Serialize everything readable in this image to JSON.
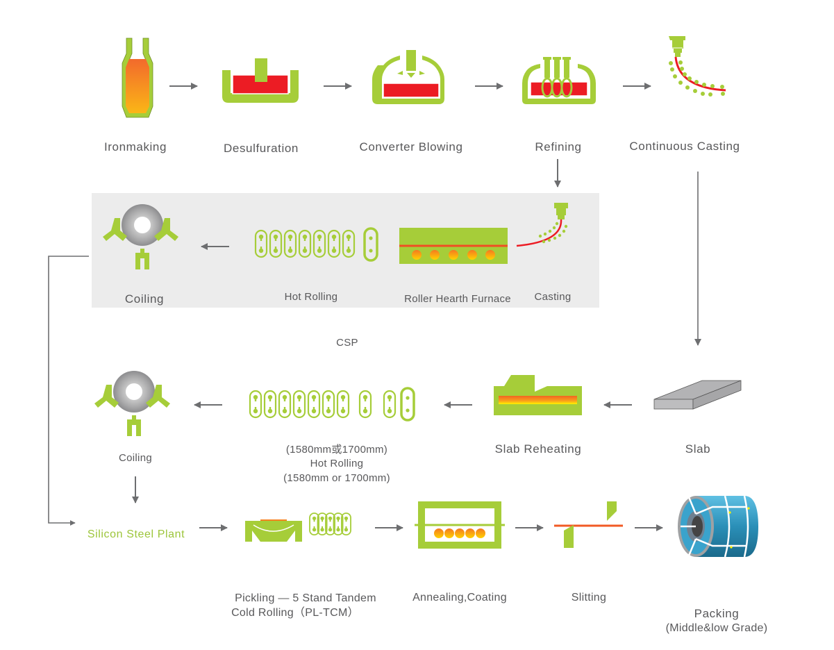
{
  "title": "Steel production process flow",
  "colors": {
    "green": "#a6cd39",
    "red": "#ec1c24",
    "orange": "#f58220",
    "yellow": "#ffd200",
    "arrow_gray": "#6d6e70",
    "text_gray": "#58585a",
    "csp_background": "#ececec",
    "coil_blue": "#2a8fb8"
  },
  "row1": {
    "steps": [
      {
        "label": "Ironmaking",
        "icon": "blast-furnace-icon"
      },
      {
        "label": "Desulfuration",
        "icon": "desulfuration-ladle-icon"
      },
      {
        "label": "Converter Blowing",
        "icon": "converter-icon"
      },
      {
        "label": "Refining",
        "icon": "refining-vessel-icon"
      },
      {
        "label": "Continuous Casting",
        "icon": "continuous-caster-icon"
      }
    ]
  },
  "csp": {
    "section_label": "CSP",
    "steps": [
      {
        "label": "Coiling",
        "icon": "coiler-icon"
      },
      {
        "label": "Hot Rolling",
        "icon": "rolling-mill-icon"
      },
      {
        "label": "Roller Hearth Furnace",
        "icon": "roller-hearth-furnace-icon"
      },
      {
        "label": "Casting",
        "icon": "caster-icon"
      }
    ]
  },
  "row3": {
    "steps": [
      {
        "label": "Coiling",
        "icon": "coiler-icon"
      },
      {
        "label_lines": [
          "(1580mm或1700mm)",
          "Hot Rolling",
          "(1580mm or 1700mm)"
        ],
        "icon": "rolling-mill-icon"
      },
      {
        "label": "Slab Reheating",
        "icon": "reheating-furnace-icon"
      },
      {
        "label": "Slab",
        "icon": "slab-icon"
      }
    ]
  },
  "row4": {
    "steps": [
      {
        "label": "Silicon Steel Plant"
      },
      {
        "label_lines": [
          "Pickling — 5 Stand Tandem",
          "Cold Rolling（PL-TCM）"
        ],
        "icon": "pickling-cold-rolling-icon"
      },
      {
        "label": "Annealing,Coating",
        "icon": "annealing-furnace-icon"
      },
      {
        "label": "Slitting",
        "icon": "slitting-icon"
      },
      {
        "label_lines": [
          "Packing",
          "(Middle&low Grade)"
        ],
        "icon": "packed-coil-icon"
      }
    ]
  }
}
